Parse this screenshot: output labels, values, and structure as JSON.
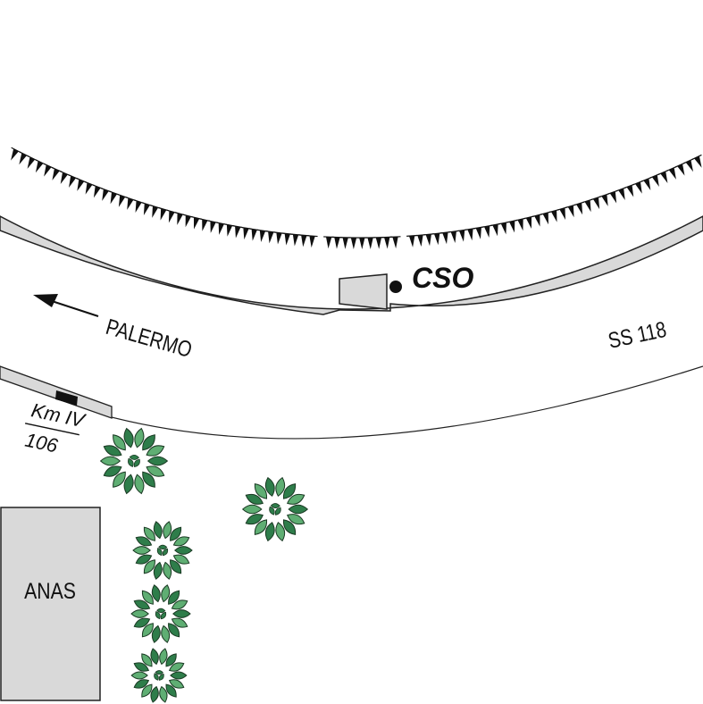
{
  "labels": {
    "station": "CSO",
    "direction": "PALERMO",
    "road": "SS 118",
    "km_top": "Km IV",
    "km_bottom": "106",
    "building": "ANAS"
  },
  "colors": {
    "road_edge_fill": "#d9d9d9",
    "building_fill": "#d9d9d9",
    "tree_leaf": "#2e7d4a",
    "tree_leaf_light": "#5fae73",
    "stroke": "#222222",
    "km_marker": "#111111"
  },
  "icons": {
    "tree": "tree-icon",
    "station_dot": "station-dot-icon",
    "arrow": "arrow-left-icon",
    "slope": "embankment-hatch"
  }
}
